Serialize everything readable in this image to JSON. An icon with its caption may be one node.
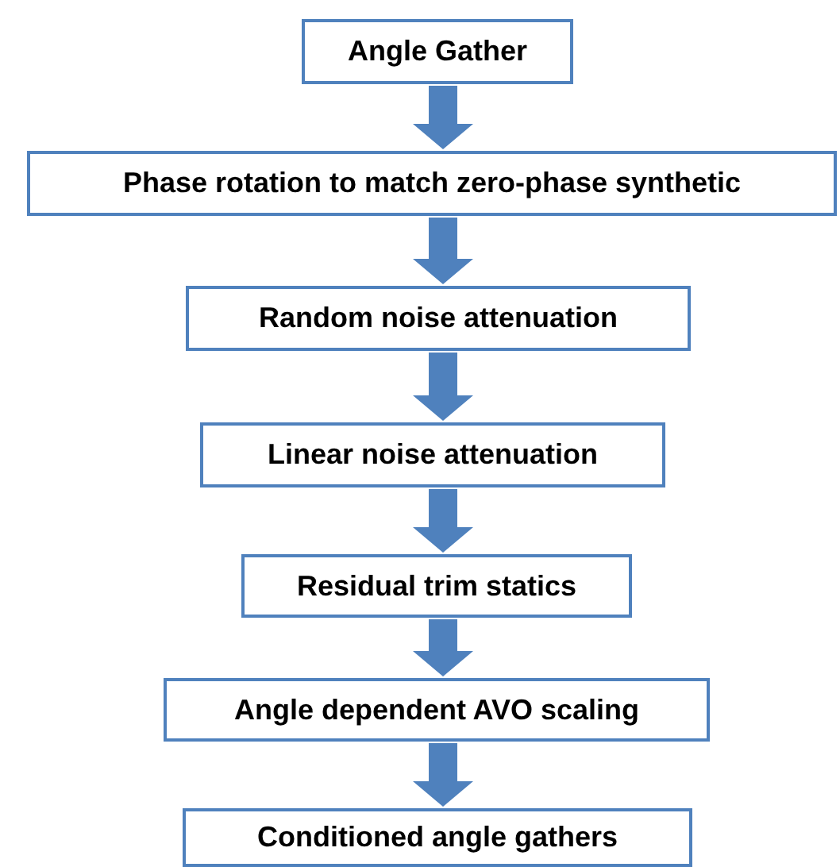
{
  "diagram": {
    "nodes": [
      {
        "text": [
          "Angle Gather"
        ]
      },
      {
        "text": [
          "Phase rotation to match zero-phase synthetic"
        ]
      },
      {
        "text": [
          "Random noise attenuation"
        ]
      },
      {
        "text": [
          "Linear noise attenuation"
        ]
      },
      {
        "text": [
          "Residual trim statics"
        ]
      },
      {
        "text": [
          "Angle dependent AVO scaling"
        ]
      },
      {
        "text": [
          "Conditioned angle gathers"
        ]
      }
    ],
    "edges": [
      {
        "from": 0,
        "to": 1,
        "arrow": "to"
      },
      {
        "from": 1,
        "to": 2,
        "arrow": "to"
      },
      {
        "from": 2,
        "to": 3,
        "arrow": "to"
      },
      {
        "from": 3,
        "to": 4,
        "arrow": "to"
      },
      {
        "from": 4,
        "to": 5,
        "arrow": "to"
      },
      {
        "from": 5,
        "to": 6,
        "arrow": "to"
      }
    ]
  }
}
